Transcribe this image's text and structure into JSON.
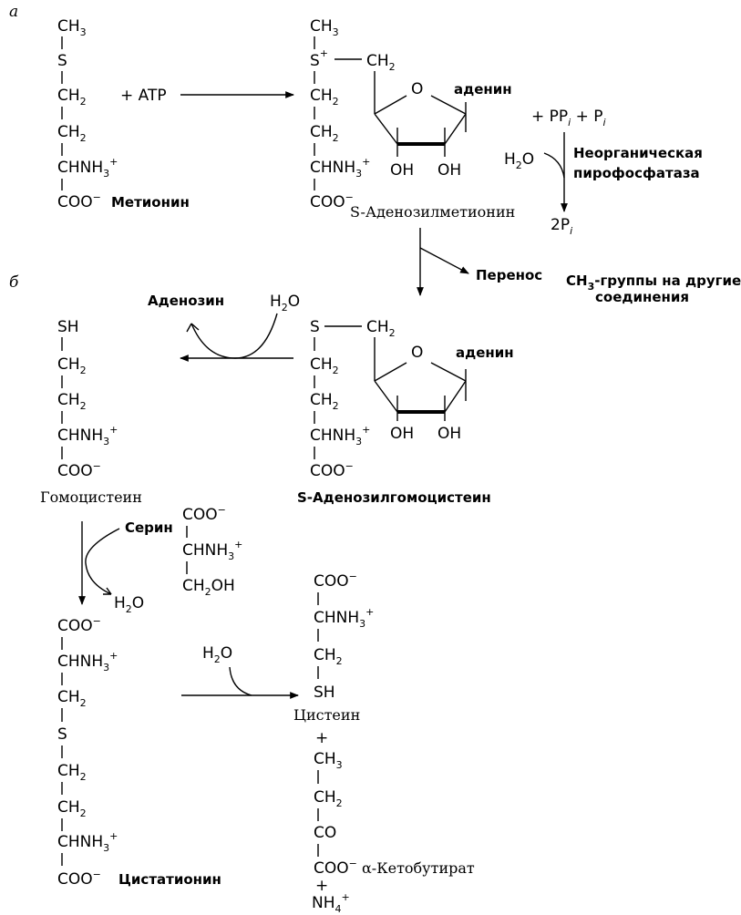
{
  "panel_a_label": "а",
  "panel_b_label": "б",
  "methionine": {
    "ch3": "CH3",
    "s": "S",
    "ch2a": "CH2",
    "ch2b": "CH2",
    "chnh3": "CHNH3+",
    "coo": "COO−",
    "name": "Метионин"
  },
  "atp": "+ ATP",
  "sam": {
    "ch3": "CH3",
    "s_plus": "S+",
    "ch2_link": "CH2",
    "ch2a": "CH2",
    "ch2b": "CH2",
    "chnh3": "CHNH3+",
    "coo": "COO−",
    "name": "S-Аденозилметионин"
  },
  "ribose": {
    "o": "O",
    "adenine": "аденин",
    "oh1": "OH",
    "oh2": "OH"
  },
  "pyro": {
    "products": "+ PPi + Pi",
    "h2o": "H2O",
    "enzyme_line1": "Неорганическая",
    "enzyme_line2": "пирофосфатаза",
    "result": "2Pi"
  },
  "transfer": {
    "label": "Перенос",
    "line1": "CH3-группы на другие",
    "line2": "соединения"
  },
  "sah": {
    "s": "S",
    "ch2_link": "CH2",
    "ch2a": "CH2",
    "ch2b": "CH2",
    "chnh3": "CHNH3+",
    "coo": "COO−",
    "name": "S-Аденозилгомоцистеин"
  },
  "sah_ribose": {
    "o": "O",
    "adenine": "аденин",
    "oh1": "OH",
    "oh2": "OH"
  },
  "sah_hydrolysis": {
    "adenosine": "Аденозин",
    "h2o": "H2O"
  },
  "homocysteine": {
    "sh": "SH",
    "ch2a": "CH2",
    "ch2b": "CH2",
    "chnh3": "CHNH3+",
    "coo": "COO−",
    "name": "Гомоцистеин"
  },
  "serine": {
    "label": "Серин",
    "coo": "COO−",
    "chnh3": "CHNH3+",
    "ch2oh": "CH2OH",
    "h2o_out": "H2O"
  },
  "cystathionine": {
    "coo1": "COO−",
    "chnh3_1": "CHNH3+",
    "ch2a": "CH2",
    "s": "S",
    "ch2b": "CH2",
    "ch2c": "CH2",
    "chnh3_2": "CHNH3+",
    "coo2": "COO−",
    "name": "Цистатионин"
  },
  "cleavage": {
    "h2o": "H2O"
  },
  "cysteine": {
    "coo": "COO−",
    "chnh3": "CHNH3+",
    "ch2": "CH2",
    "sh": "SH",
    "name": "Цистеин"
  },
  "plus1": "+",
  "ketobutyrate": {
    "ch3": "CH3",
    "ch2": "CH2",
    "co": "CO",
    "coo": "COO−",
    "name": "α-Кетобутират"
  },
  "plus2": "+",
  "ammonium": "NH4+"
}
